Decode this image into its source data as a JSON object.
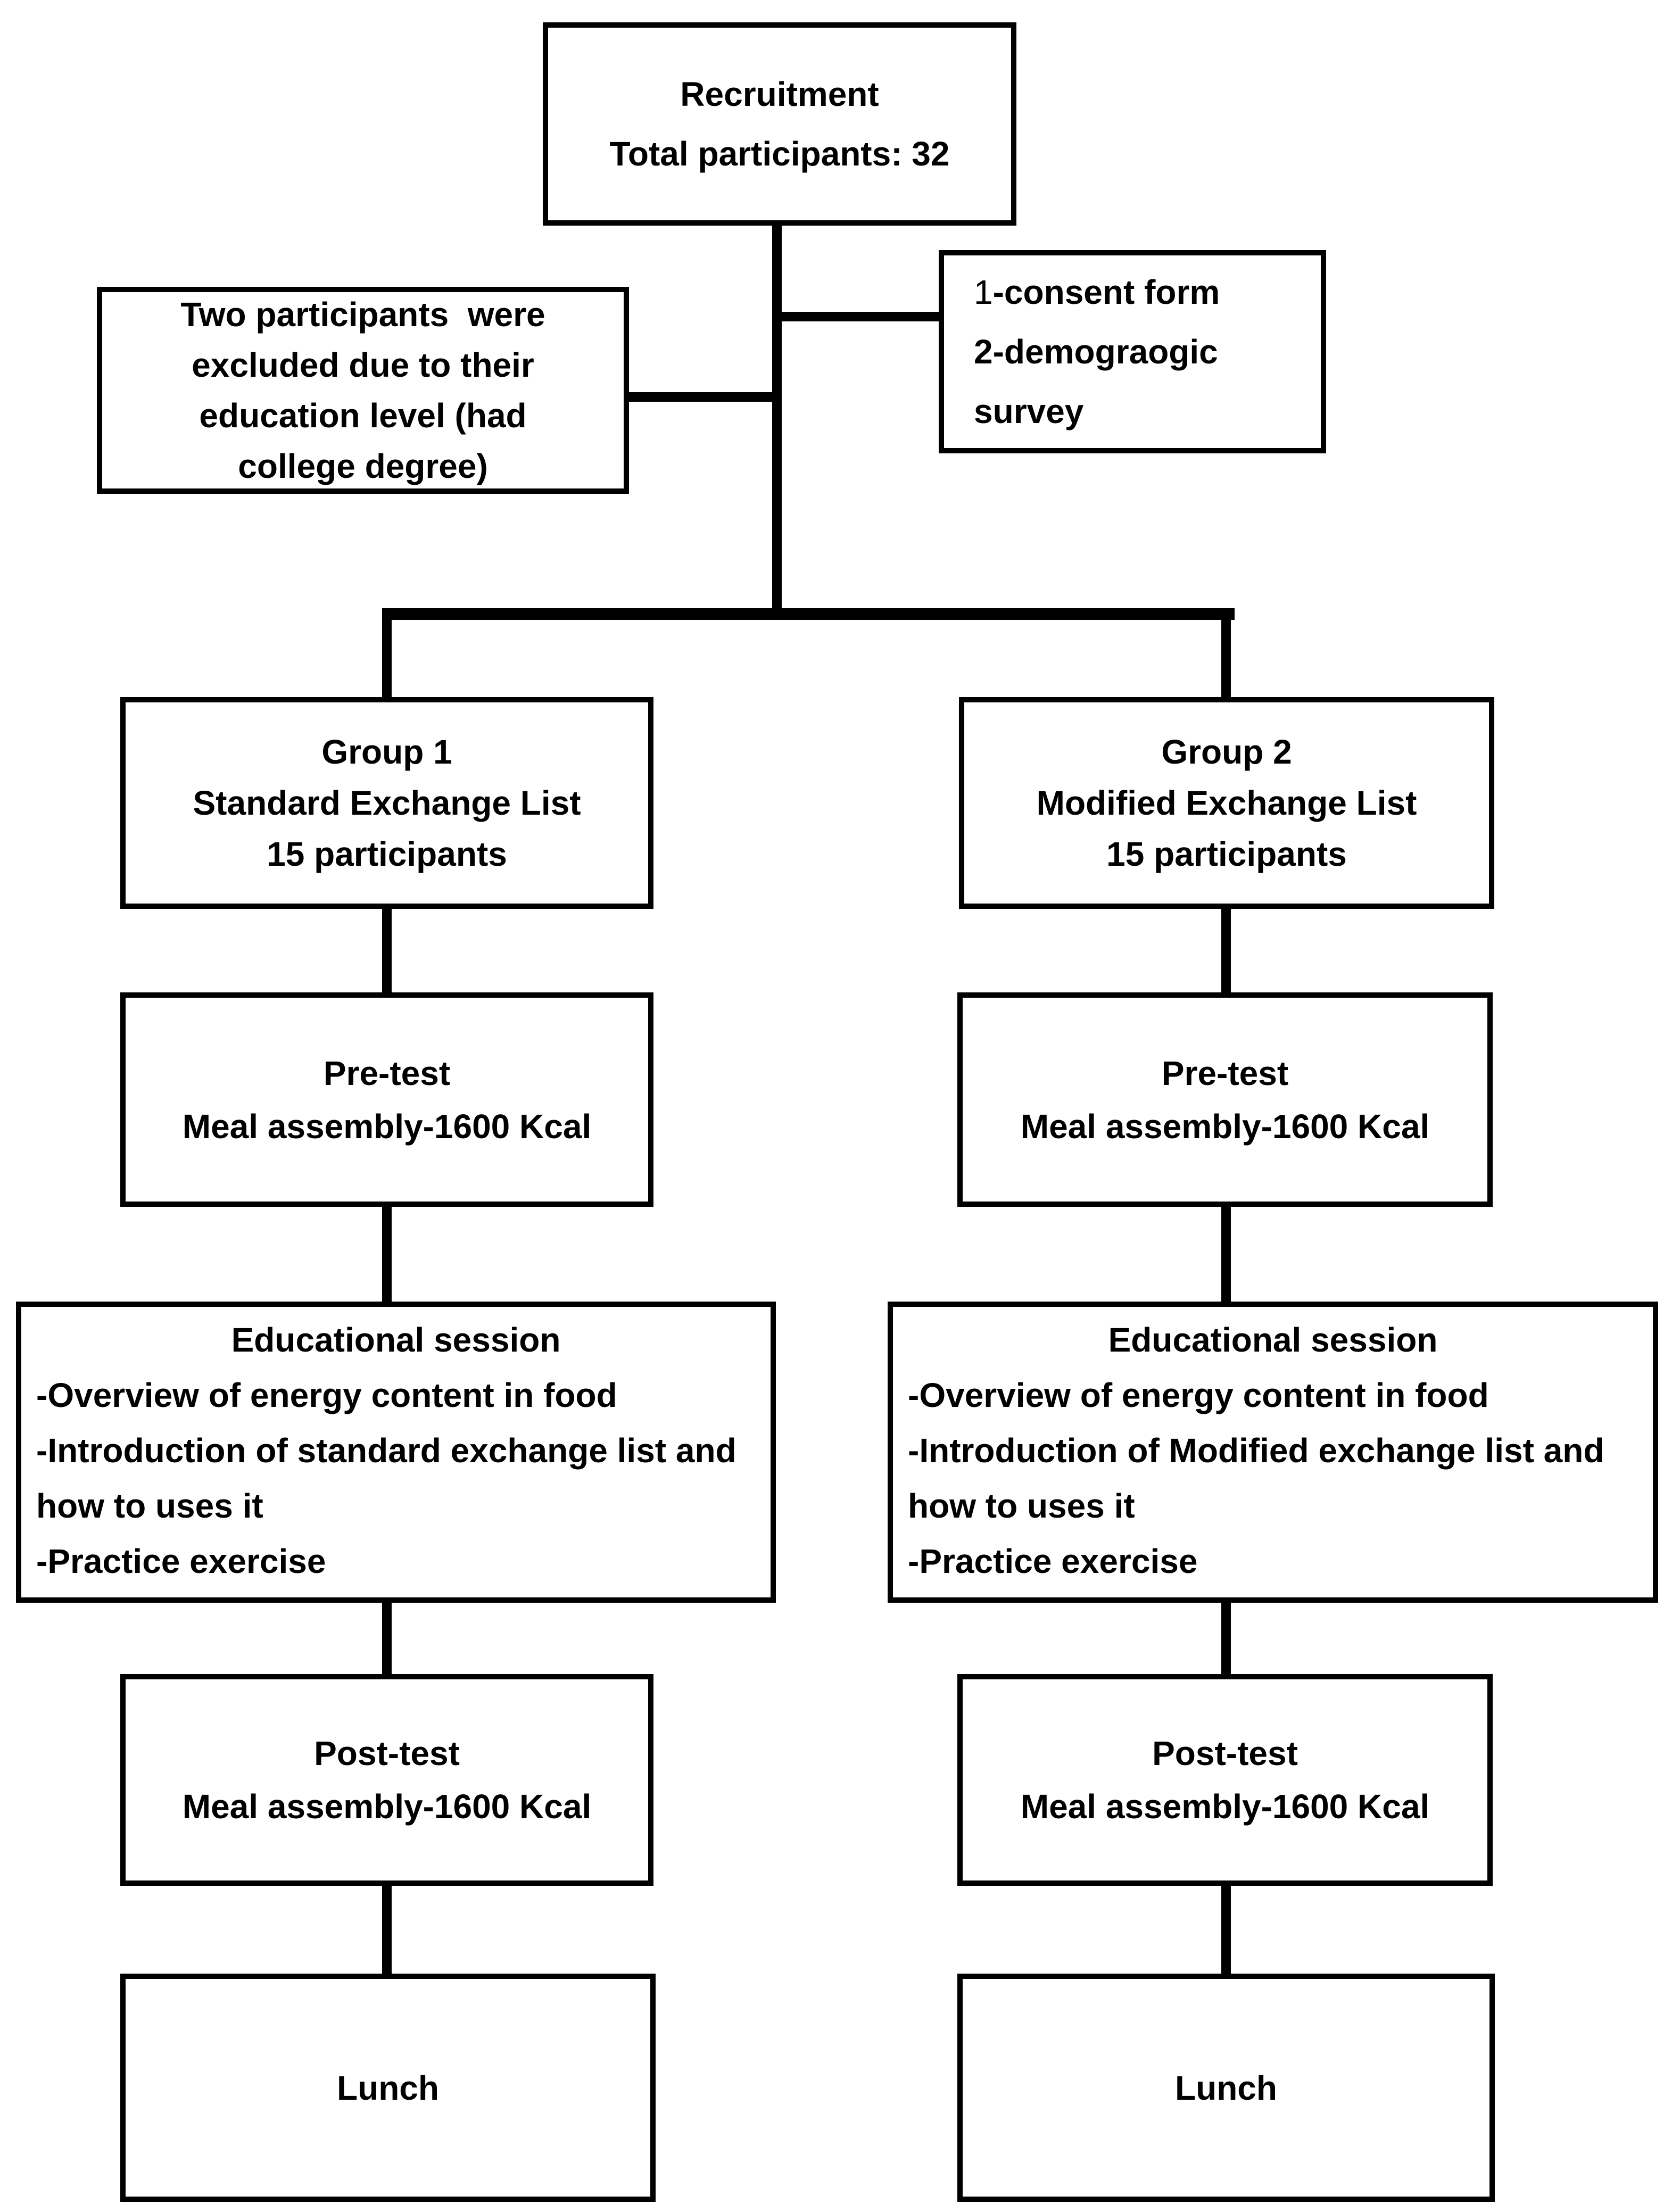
{
  "colors": {
    "border": "#000000",
    "text": "#000000",
    "background": "#ffffff"
  },
  "nodes": {
    "recruitment": {
      "line1": "Recruitment",
      "line2": "Total participants: 32"
    },
    "excluded": {
      "text": "Two participants  were\nexcluded due to their\neducation level (had\ncollege degree)"
    },
    "consent": {
      "line1_prefix": "1",
      "line1_rest": "-consent form",
      "line2": "2-demograogic",
      "line3": "survey"
    },
    "group1": {
      "line1": "Group 1",
      "line2": "Standard Exchange List",
      "line3": "15 participants"
    },
    "group2": {
      "line1": "Group 2",
      "line2": "Modified Exchange List",
      "line3": "15 participants"
    },
    "pretest1": {
      "line1": "Pre-test",
      "line2": "Meal assembly-1600 Kcal"
    },
    "pretest2": {
      "line1": "Pre-test",
      "line2": "Meal assembly-1600 Kcal"
    },
    "edu1": {
      "title": "Educational session",
      "bullet1": "-Overview of energy content in food",
      "bullet2": "-Introduction of standard exchange list and how to uses it",
      "bullet3": "-Practice exercise"
    },
    "edu2": {
      "title": "Educational session",
      "bullet1": "-Overview of energy content in food",
      "bullet2": "-Introduction of Modified exchange list and how to uses it",
      "bullet3": "-Practice exercise"
    },
    "posttest1": {
      "line1": "Post-test",
      "line2": "Meal assembly-1600 Kcal"
    },
    "posttest2": {
      "line1": "Post-test",
      "line2": "Meal assembly-1600 Kcal"
    },
    "lunch1": {
      "label": "Lunch"
    },
    "lunch2": {
      "label": "Lunch"
    }
  }
}
